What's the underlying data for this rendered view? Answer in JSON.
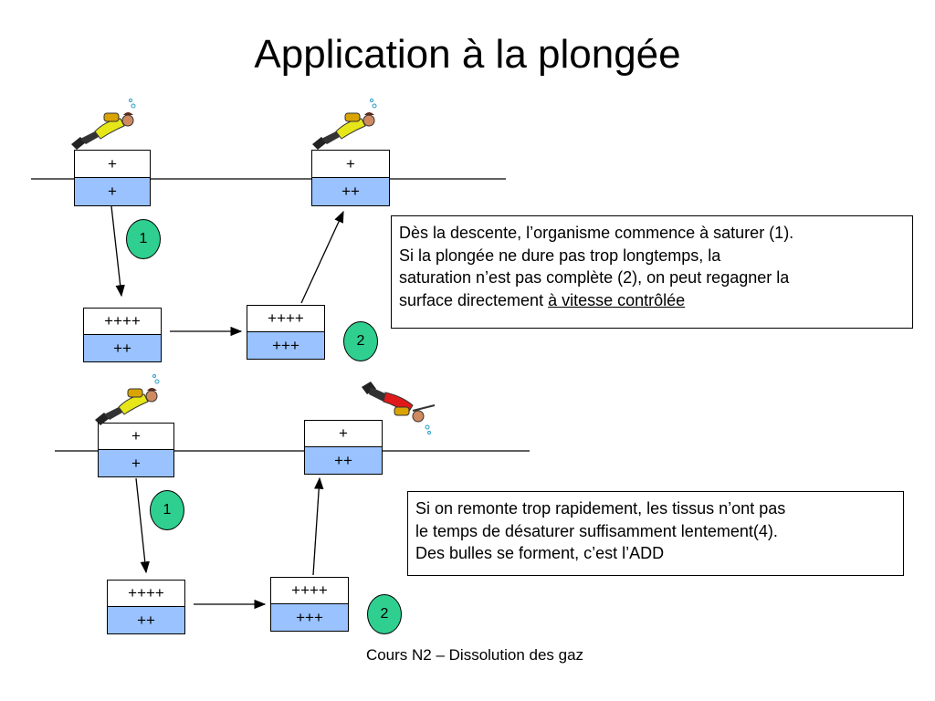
{
  "title": "Application à la plongée",
  "top": {
    "box_surface_start": {
      "upper": "+",
      "lower": "+"
    },
    "box_surface_end": {
      "upper": "+",
      "lower": "++"
    },
    "box_depth_start": {
      "upper": "++++",
      "lower": "++"
    },
    "box_depth_end": {
      "upper": "++++",
      "lower": "+++"
    },
    "badge_1": "1",
    "badge_2": "2",
    "note": {
      "line1": "Dès la descente, l’organisme commence à saturer (1).",
      "line2": "Si la plongée ne dure pas trop longtemps, la",
      "line3": "saturation n’est pas complète (2), on peut regagner la",
      "line4_prefix": "surface directement ",
      "line4_underlined": "à vitesse contrôlée"
    }
  },
  "bottom": {
    "box_surface_start": {
      "upper": "+",
      "lower": "+"
    },
    "box_surface_end": {
      "upper": "+",
      "lower": "++"
    },
    "box_depth_start": {
      "upper": "++++",
      "lower": "++"
    },
    "box_depth_end": {
      "upper": "++++",
      "lower": "+++"
    },
    "badge_1": "1",
    "badge_2": "2",
    "note": {
      "line1": "Si on remonte trop rapidement, les tissus n’ont pas",
      "line2": "le temps de désaturer suffisamment lentement(4).",
      "line3": "Des bulles se forment, c’est l’ADD"
    }
  },
  "footer": "Cours N2 – Dissolution des gaz",
  "colors": {
    "water": "#99c2ff",
    "badge": "#2fcf8f",
    "diver_suit": "#e6e619",
    "diver_suit_alert": "#e01a1a"
  }
}
